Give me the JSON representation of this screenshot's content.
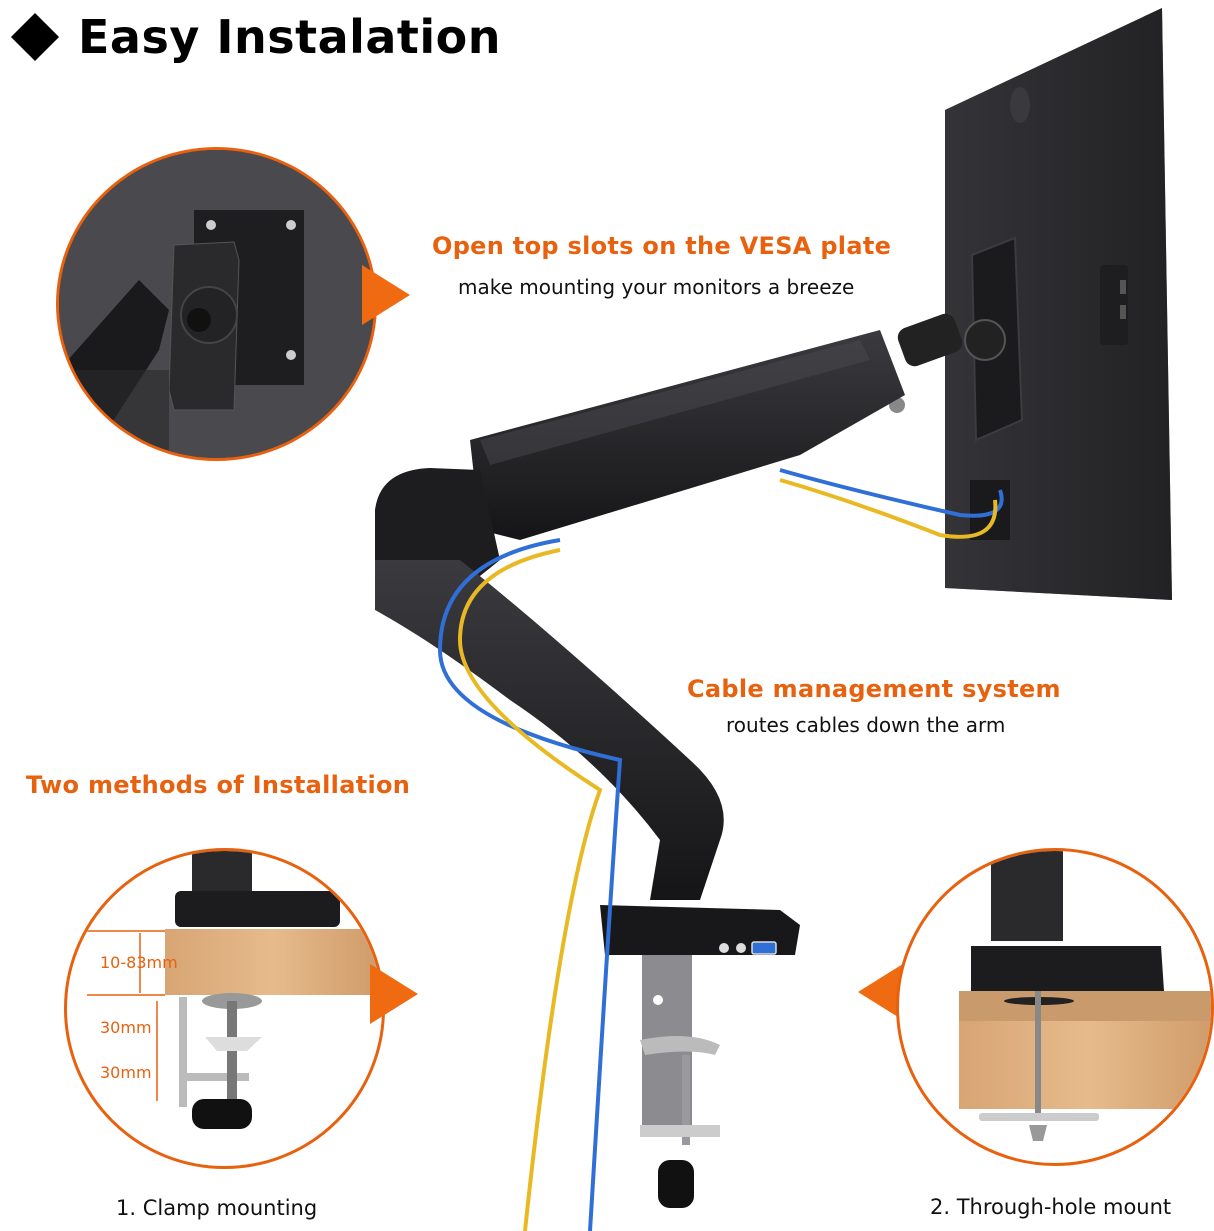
{
  "header": {
    "bullet_icon": "diamond-icon",
    "title": "Easy Instalation"
  },
  "features": {
    "vesa": {
      "headline": "Open top slots on the VESA plate",
      "subtext": "make mounting your monitors a breeze"
    },
    "cable": {
      "headline": "Cable management system",
      "subtext": "routes cables down the arm"
    },
    "methods": {
      "headline": "Two methods of Installation"
    }
  },
  "clamp_detail": {
    "desk_thickness": "10-83mm",
    "clamp_gap_1": "30mm",
    "clamp_gap_2": "30mm",
    "caption": "1. Clamp mounting"
  },
  "through_hole_detail": {
    "caption": "2. Through-hole mount"
  },
  "colors": {
    "accent_orange": "#e8610f",
    "text_black": "#111111",
    "cable_blue": "#2f6fd6",
    "cable_yellow": "#e8b923",
    "wood": "#d9a877",
    "arm_black": "#1f1f21"
  }
}
